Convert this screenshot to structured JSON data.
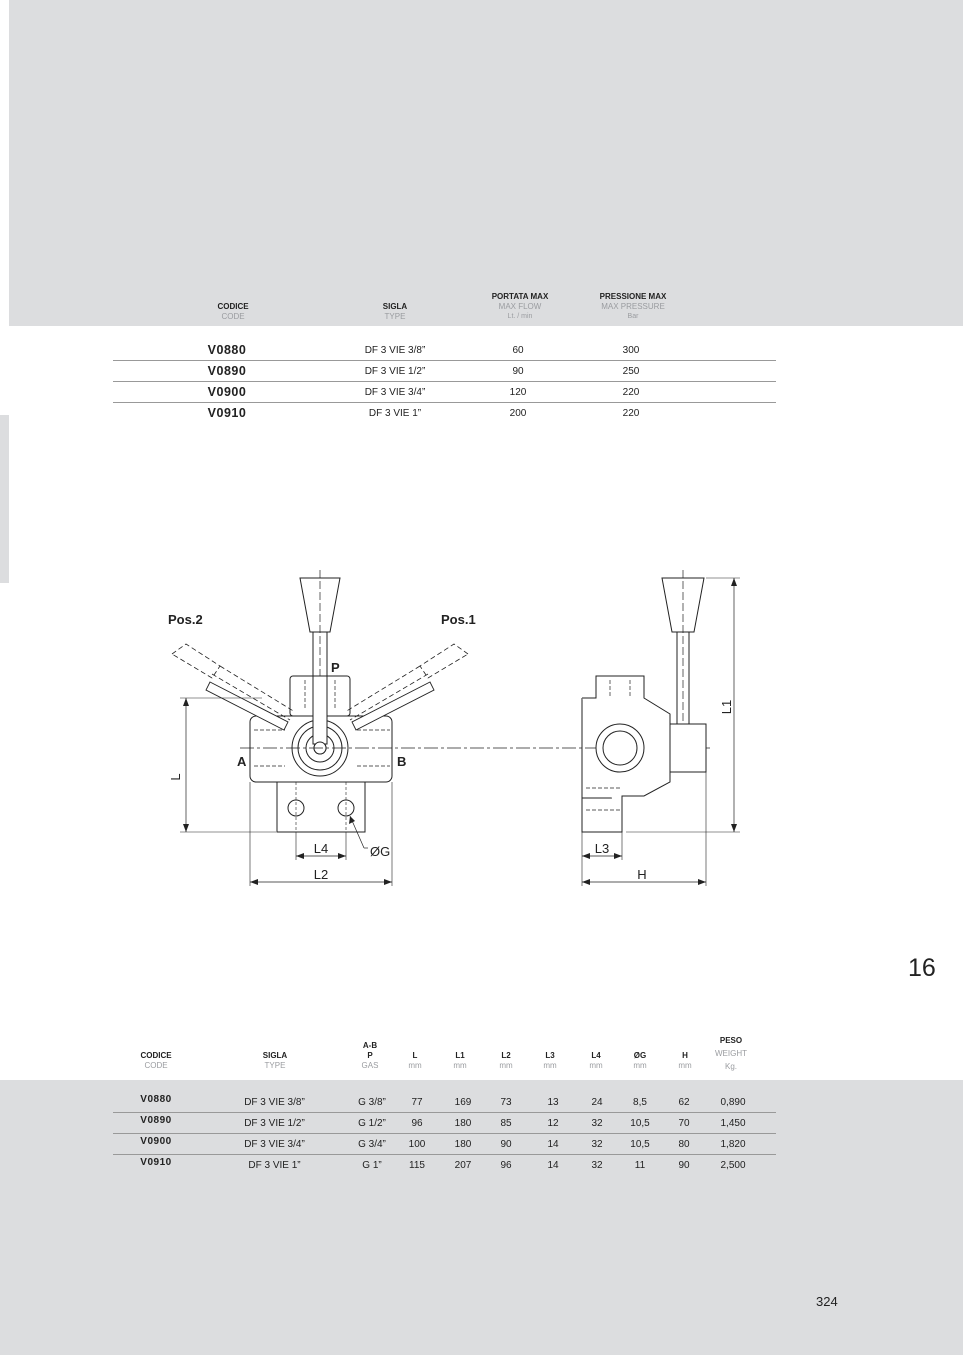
{
  "table1": {
    "headers": {
      "code": {
        "it": "CODICE",
        "en": "CODE"
      },
      "type": {
        "it": "SIGLA",
        "en": "TYPE"
      },
      "flow": {
        "it": "PORTATA MAX",
        "en": "MAX FLOW",
        "unit": "Lt. / min"
      },
      "pressure": {
        "it": "PRESSIONE MAX",
        "en": "MAX PRESSURE",
        "unit": "Bar"
      }
    },
    "rows": [
      {
        "code": "V0880",
        "type": "DF 3 VIE 3/8”",
        "flow": "60",
        "pressure": "300"
      },
      {
        "code": "V0890",
        "type": "DF 3 VIE 1/2”",
        "flow": "90",
        "pressure": "250"
      },
      {
        "code": "V0900",
        "type": "DF 3 VIE 3/4”",
        "flow": "120",
        "pressure": "220"
      },
      {
        "code": "V0910",
        "type": "DF 3 VIE 1”",
        "flow": "200",
        "pressure": "220"
      }
    ]
  },
  "drawing": {
    "pos2": "Pos.2",
    "pos1": "Pos.1",
    "port_p": "P",
    "port_a": "A",
    "port_b": "B",
    "dim_l": "L",
    "dim_l1": "L1",
    "dim_l2": "L2",
    "dim_l3": "L3",
    "dim_l4": "L4",
    "dim_g": "ØG",
    "dim_h": "H"
  },
  "chapter": "16",
  "table2": {
    "headers": {
      "code": {
        "it": "CODICE",
        "en": "CODE"
      },
      "type": {
        "it": "SIGLA",
        "en": "TYPE"
      },
      "gas": {
        "l1": "A-B",
        "l2": "P",
        "unit": "GAS"
      },
      "L": {
        "label": "L",
        "unit": "mm"
      },
      "L1": {
        "label": "L1",
        "unit": "mm"
      },
      "L2": {
        "label": "L2",
        "unit": "mm"
      },
      "L3": {
        "label": "L3",
        "unit": "mm"
      },
      "L4": {
        "label": "L4",
        "unit": "mm"
      },
      "G": {
        "label": "ØG",
        "unit": "mm"
      },
      "H": {
        "label": "H",
        "unit": "mm"
      },
      "weight": {
        "it": "PESO",
        "en": "WEIGHT",
        "unit": "Kg."
      }
    },
    "rows": [
      {
        "code": "V0880",
        "type": "DF 3 VIE 3/8”",
        "gas": "G  3/8”",
        "L": "77",
        "L1": "169",
        "L2": "73",
        "L3": "13",
        "L4": "24",
        "G": "8,5",
        "H": "62",
        "weight": "0,890"
      },
      {
        "code": "V0890",
        "type": "DF 3 VIE 1/2”",
        "gas": "G  1/2”",
        "L": "96",
        "L1": "180",
        "L2": "85",
        "L3": "12",
        "L4": "32",
        "G": "10,5",
        "H": "70",
        "weight": "1,450"
      },
      {
        "code": "V0900",
        "type": "DF 3 VIE 3/4”",
        "gas": "G  3/4”",
        "L": "100",
        "L1": "180",
        "L2": "90",
        "L3": "14",
        "L4": "32",
        "G": "10,5",
        "H": "80",
        "weight": "1,820"
      },
      {
        "code": "V0910",
        "type": "DF 3 VIE 1”",
        "gas": "G  1”",
        "L": "115",
        "L1": "207",
        "L2": "96",
        "L3": "14",
        "L4": "32",
        "G": "11",
        "H": "90",
        "weight": "2,500"
      }
    ]
  },
  "page_number": "324"
}
